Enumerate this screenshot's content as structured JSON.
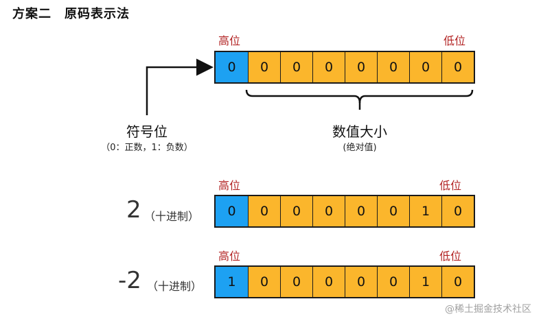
{
  "title": "方案二　原码表示法",
  "labels": {
    "high": "高位",
    "low": "低位",
    "sign_bit": "符号位",
    "sign_note": "（0：正数，1：负数）",
    "magnitude": "数值大小",
    "magnitude_note": "(绝对值)"
  },
  "registers": [
    {
      "number": "",
      "note": "",
      "bits": [
        "0",
        "0",
        "0",
        "0",
        "0",
        "0",
        "0",
        "0"
      ]
    },
    {
      "number": "2",
      "note": "（十进制）",
      "bits": [
        "0",
        "0",
        "0",
        "0",
        "0",
        "0",
        "1",
        "0"
      ]
    },
    {
      "number": "-2",
      "note": "（十进制）",
      "bits": [
        "1",
        "0",
        "0",
        "0",
        "0",
        "0",
        "1",
        "0"
      ]
    }
  ],
  "watermark": "@稀土掘金技术社区",
  "colors": {
    "sign": "#1da1f2",
    "magnitude": "#fbb62c",
    "high_low": "#b22222"
  }
}
